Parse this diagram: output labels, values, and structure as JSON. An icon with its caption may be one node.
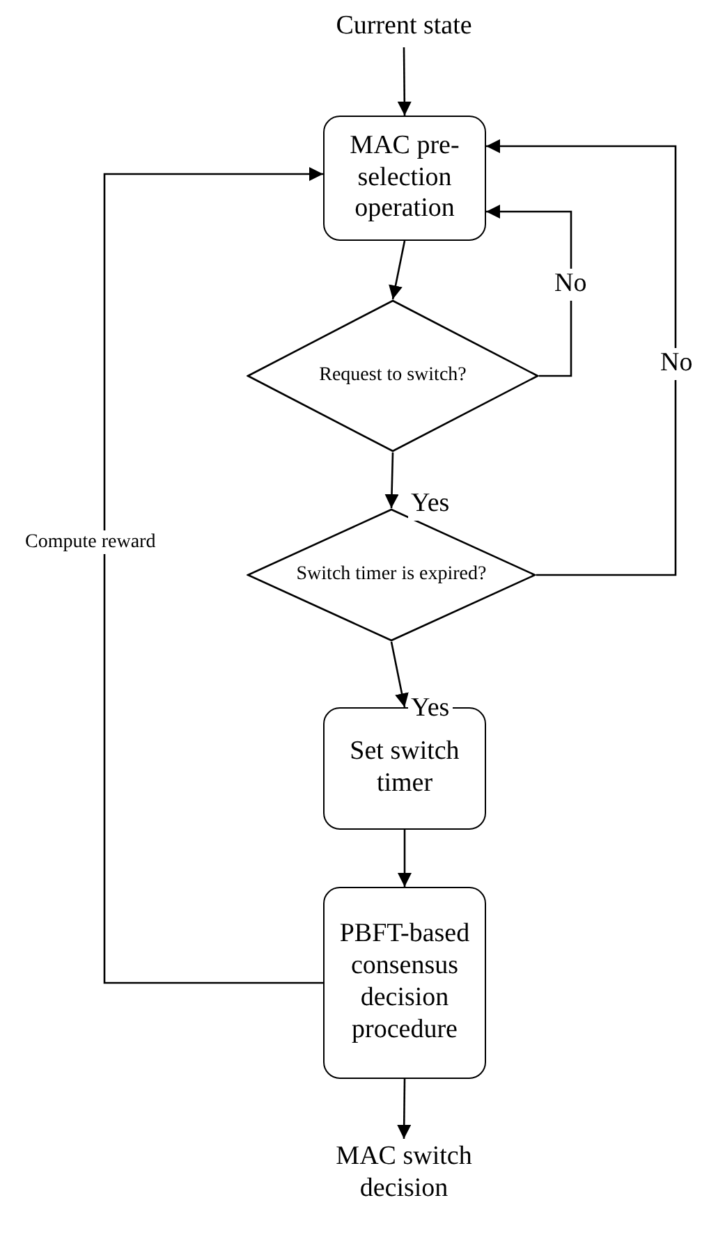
{
  "diagram": {
    "nodes": [
      {
        "text": [
          "Current state"
        ]
      },
      {
        "text": [
          "MAC pre-selection operation"
        ]
      },
      {
        "text": [
          "Request to switch?"
        ]
      },
      {
        "text": [
          "Switch timer is expired?"
        ]
      },
      {
        "text": [
          "Set switch timer"
        ]
      },
      {
        "text": [
          "PBFT-based consensus decision procedure"
        ]
      },
      {
        "text": [
          "MAC switch decision"
        ]
      }
    ],
    "edges": [
      {
        "from": 0,
        "to": 1,
        "arrow": "to"
      },
      {
        "from": 1,
        "to": 2,
        "arrow": "to"
      },
      {
        "from": 2,
        "to": 1,
        "arrow": "to",
        "label": "No"
      },
      {
        "from": 2,
        "to": 3,
        "arrow": "to",
        "label": "Yes"
      },
      {
        "from": 3,
        "to": 1,
        "arrow": "to",
        "label": "No"
      },
      {
        "from": 3,
        "to": 4,
        "arrow": "to",
        "label": "Yes"
      },
      {
        "from": 4,
        "to": 5,
        "arrow": "to"
      },
      {
        "from": 5,
        "to": 1,
        "arrow": "to",
        "label": "Compute reward"
      },
      {
        "from": 5,
        "to": 6,
        "arrow": "to"
      }
    ]
  }
}
